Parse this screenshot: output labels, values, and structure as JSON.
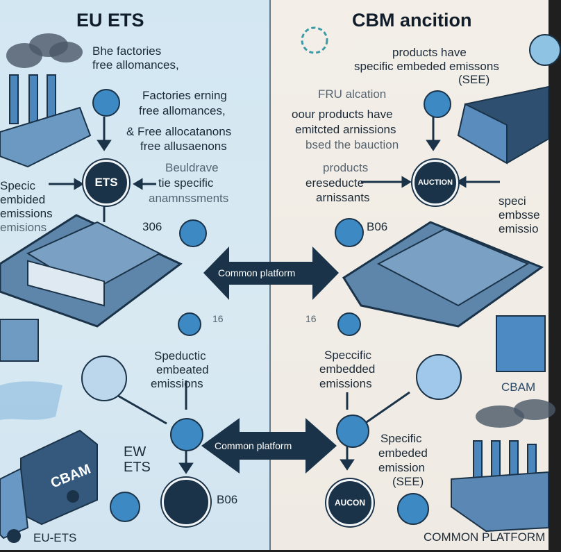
{
  "left_panel": {
    "title": "EU ETS",
    "intro": [
      "Bhe factories",
      "free allomances,"
    ],
    "desc": [
      "Factories erning",
      "free allomances,",
      "& Free allocatanons",
      "free allusaenons"
    ],
    "node_main": "ETS",
    "side_text_right": [
      "Beuldrave",
      "tie specific",
      "anamnssments"
    ],
    "side_text_left": [
      "Specic",
      "embided",
      "emissions",
      "emisions"
    ],
    "number_1": "306",
    "number_2": "16",
    "mid_text": [
      "Speductic",
      "embeated",
      "emissions"
    ],
    "eu_ets_label": [
      "EW",
      "ETS"
    ],
    "number_3": "B06",
    "truck_label": "CBAM",
    "footer": "EU-ETS"
  },
  "right_panel": {
    "title": "CBM ancition",
    "intro": [
      "products have",
      "specific embeded emissons",
      "(SEE)"
    ],
    "desc": [
      "FRU alcation",
      "oour products have",
      "emitcted arnissions",
      "bsed the bauction"
    ],
    "node_main": "AUCTION",
    "side_text_left": [
      "products",
      "ereseducte",
      "arnissants"
    ],
    "side_text_right": [
      "speci",
      "embsse",
      "emissio"
    ],
    "number_1": "B06",
    "number_2": "16",
    "mid_text": [
      "Speccific",
      "embedded",
      "emissions"
    ],
    "cbam_label": "CBAM",
    "see_text": [
      "Specific",
      "embeded",
      "emission",
      "(SEE)"
    ],
    "node_bottom": "AUCON",
    "footer": "COMMON PLATFORM"
  },
  "center": {
    "arrow_top": "Common platform",
    "arrow_bottom": "Common platform"
  },
  "colors": {
    "left_bg": "#d3e7f3",
    "right_bg": "#f3efe8",
    "navy": "#1b3348",
    "accent": "#3d89c4"
  }
}
